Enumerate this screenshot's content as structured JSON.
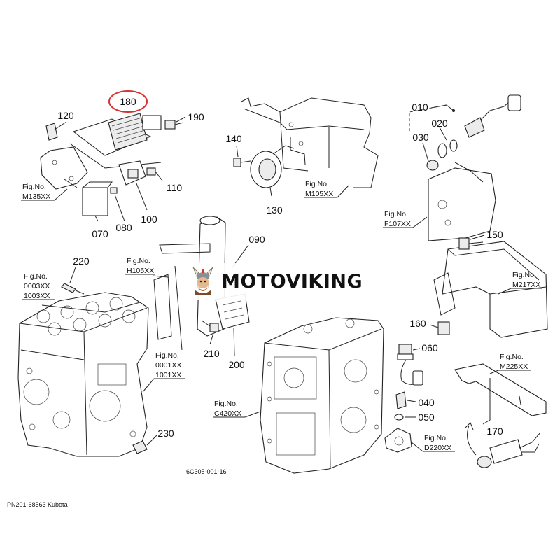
{
  "watermark": {
    "brand": "MOTOVIKING"
  },
  "drawing_code": "6C305-001-16",
  "footer": "PN201-68563 Kubota",
  "highlight_color": "#d93030",
  "highlighted_part": "180",
  "callouts": {
    "p010": "010",
    "p020": "020",
    "p030": "030",
    "p040": "040",
    "p050": "050",
    "p060": "060",
    "p070": "070",
    "p080": "080",
    "p090": "090",
    "p100": "100",
    "p110": "110",
    "p120": "120",
    "p130": "130",
    "p140": "140",
    "p150": "150",
    "p160": "160",
    "p170": "170",
    "p180": "180",
    "p190": "190",
    "p200": "200",
    "p210": "210",
    "p220": "220",
    "p230": "230"
  },
  "fig_refs": {
    "label": "Fig.No.",
    "m135": "M135XX",
    "m105": "M105XX",
    "f107": "F107XX",
    "h105": "H105XX",
    "m217": "M217XX",
    "f0003": "0003XX",
    "f1003": "1003XX",
    "f0001": "0001XX",
    "f1001": "1001XX",
    "c420": "C420XX",
    "d220": "D220XX",
    "m225": "M225XX"
  }
}
